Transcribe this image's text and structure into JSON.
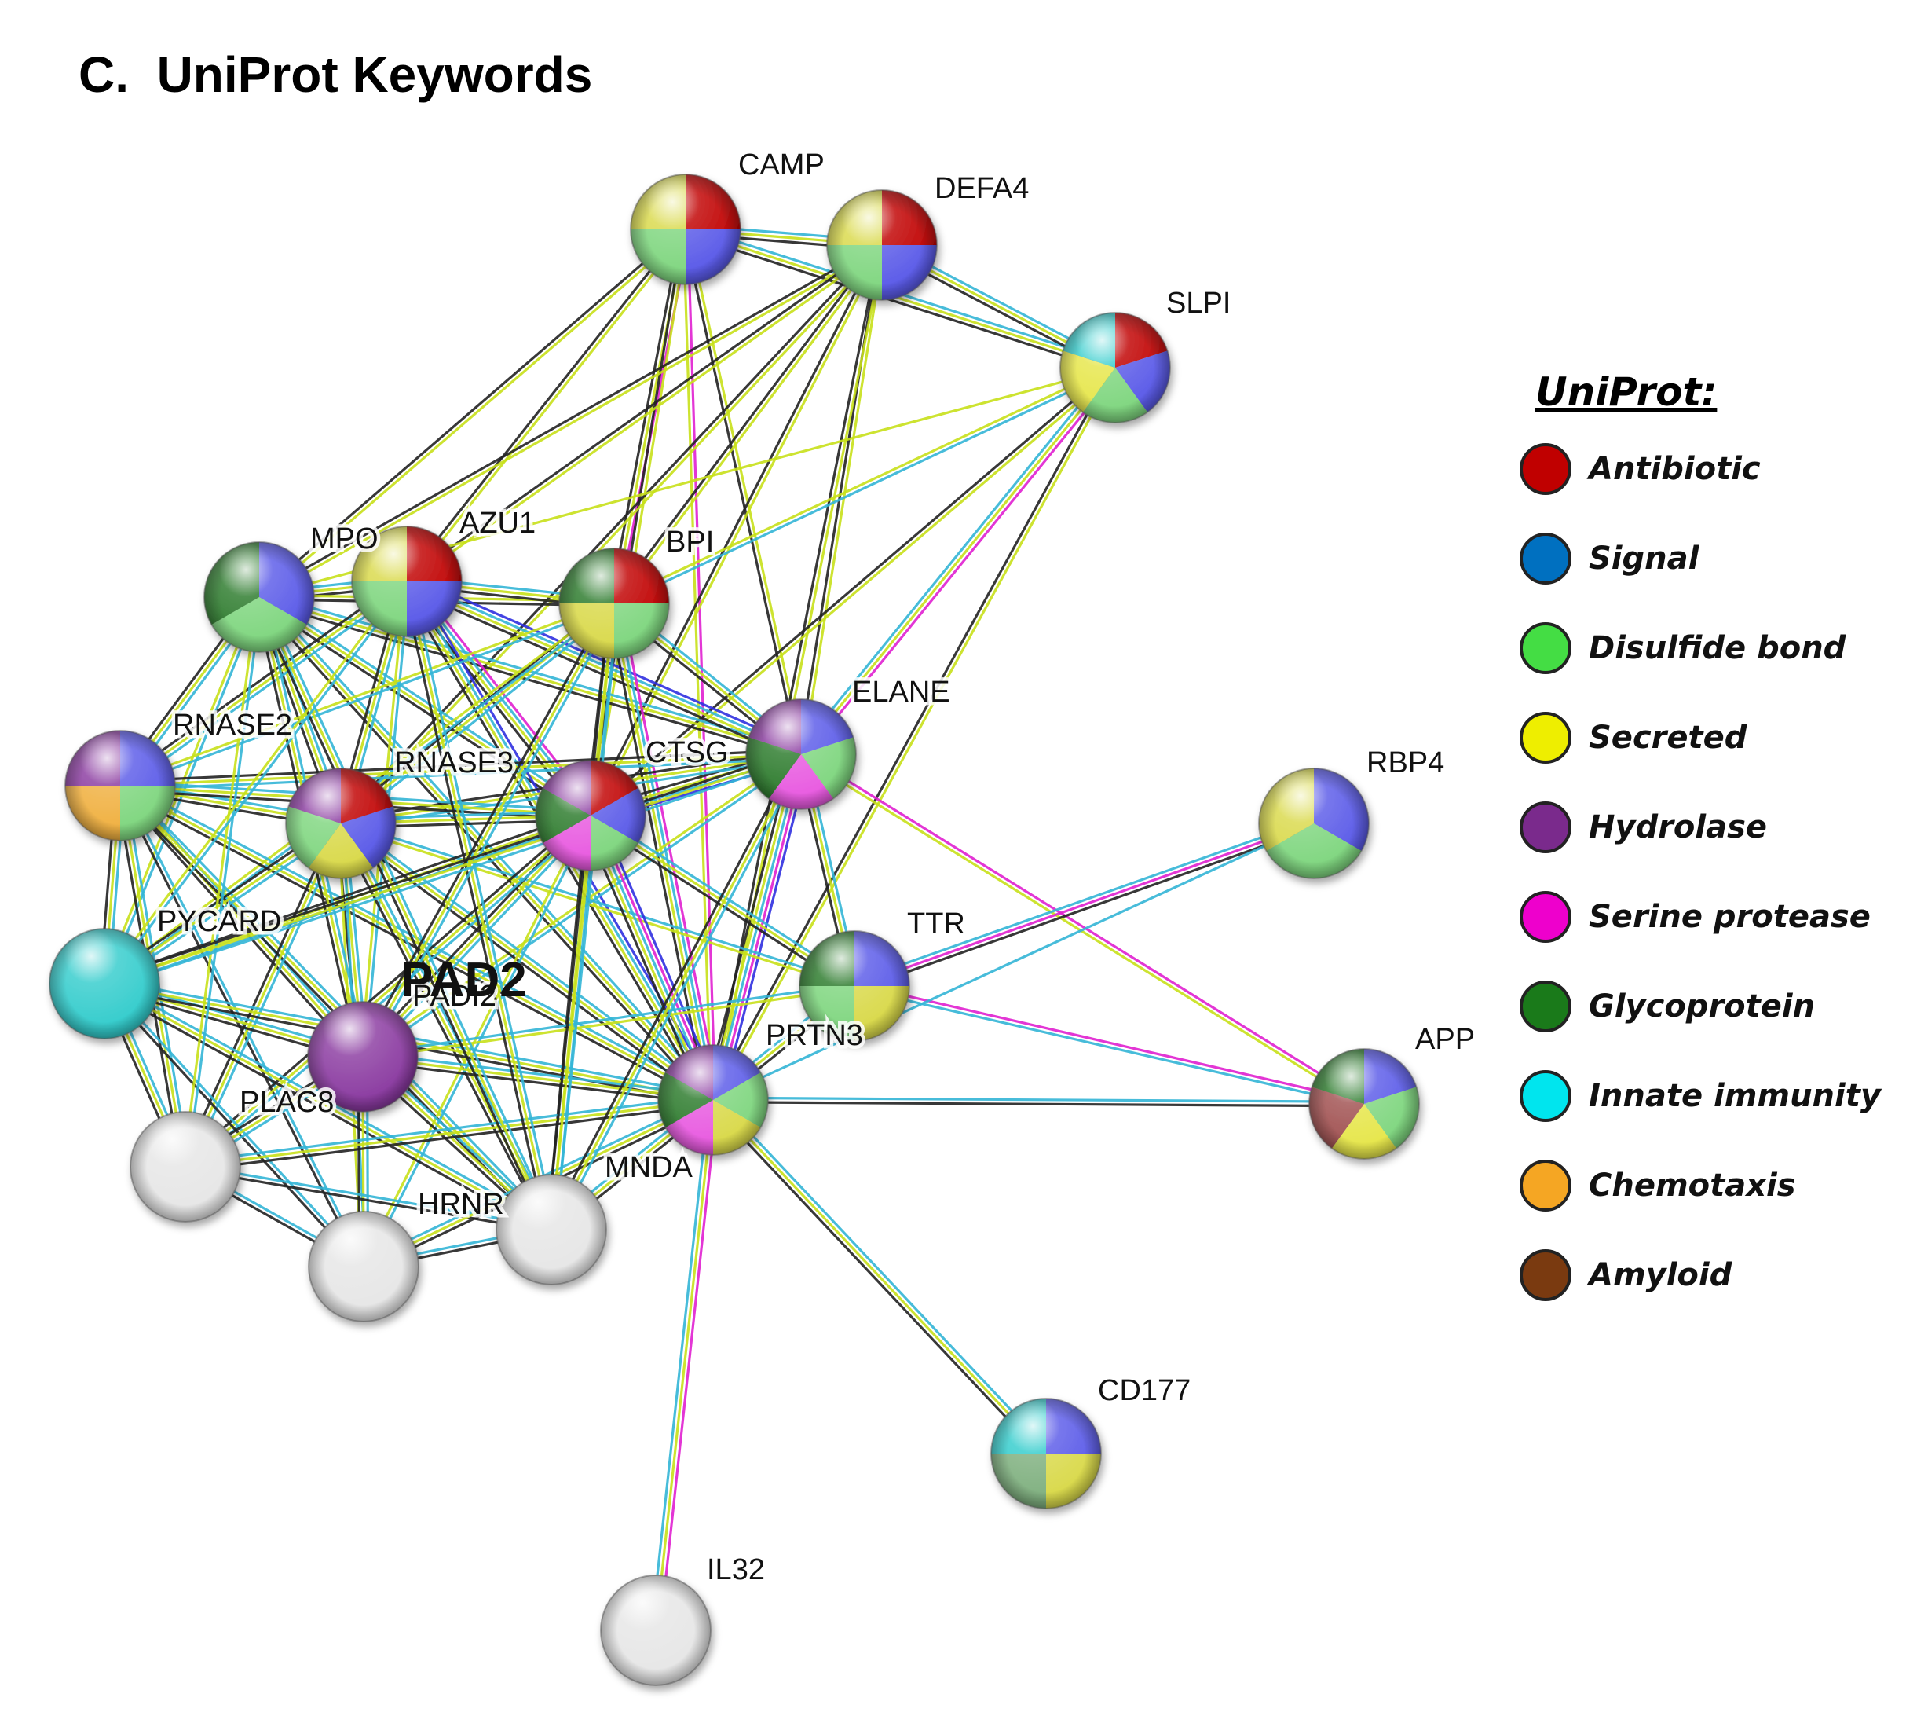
{
  "title": "C.  UniProt Keywords",
  "legend": {
    "title": "UniProt:",
    "items": [
      {
        "label": "Antibiotic",
        "color": "#c00000"
      },
      {
        "label": "Signal",
        "color": "#0070c0"
      },
      {
        "label": "Disulfide bond",
        "color": "#44dd44"
      },
      {
        "label": "Secreted",
        "color": "#eeee00"
      },
      {
        "label": "Hydrolase",
        "color": "#7a2a8c"
      },
      {
        "label": "Serine protease",
        "color": "#ee00cc"
      },
      {
        "label": "Glycoprotein",
        "color": "#1a7a1a"
      },
      {
        "label": "Innate immunity",
        "color": "#00e5ee"
      },
      {
        "label": "Chemotaxis",
        "color": "#f5a623"
      },
      {
        "label": "Amyloid",
        "color": "#7a3a10"
      }
    ]
  },
  "network": {
    "query_label": "PAD2",
    "nodes": [
      {
        "id": "CAMP",
        "label": "CAMP",
        "colors": [
          "#c00000",
          "#5a5ae8",
          "#7fd67f",
          "#d9d94a"
        ]
      },
      {
        "id": "DEFA4",
        "label": "DEFA4",
        "colors": [
          "#c00000",
          "#5a5ae8",
          "#7fd67f",
          "#d9d94a"
        ]
      },
      {
        "id": "SLPI",
        "label": "SLPI",
        "colors": [
          "#c00000",
          "#5a5ae8",
          "#7fd67f",
          "#e6e64a",
          "#33cccc"
        ]
      },
      {
        "id": "MPO",
        "label": "MPO",
        "colors": [
          "#5a5ae8",
          "#7fd67f",
          "#2b7a2b"
        ]
      },
      {
        "id": "AZU1",
        "label": "AZU1",
        "colors": [
          "#c00000",
          "#5a5ae8",
          "#7fd67f",
          "#d9d94a"
        ]
      },
      {
        "id": "BPI",
        "label": "BPI",
        "colors": [
          "#c00000",
          "#7fd67f",
          "#d9d94a",
          "#2b7a2b"
        ]
      },
      {
        "id": "ELANE",
        "label": "ELANE",
        "colors": [
          "#5a5ae8",
          "#7fd67f",
          "#e85ae0",
          "#2b7a2b",
          "#8a3aa0"
        ]
      },
      {
        "id": "RNASE2",
        "label": "RNASE2",
        "colors": [
          "#5a5ae8",
          "#7fd67f",
          "#f0b040",
          "#8a3aa0"
        ]
      },
      {
        "id": "RNASE3",
        "label": "RNASE3",
        "colors": [
          "#c00000",
          "#5a5ae8",
          "#d9d94a",
          "#7fd67f",
          "#8a3aa0"
        ]
      },
      {
        "id": "CTSG",
        "label": "CTSG",
        "colors": [
          "#c00000",
          "#5a5ae8",
          "#7fd67f",
          "#e85ae0",
          "#2b7a2b",
          "#8a3aa0"
        ]
      },
      {
        "id": "RBP4",
        "label": "RBP4",
        "colors": [
          "#5a5ae8",
          "#7fd67f",
          "#d9d94a"
        ]
      },
      {
        "id": "PYCARD",
        "label": "PYCARD",
        "colors": [
          "#33cccc"
        ]
      },
      {
        "id": "PADI2",
        "label": "PADI2",
        "colors": [
          "#8a3aa0"
        ]
      },
      {
        "id": "TTR",
        "label": "TTR",
        "colors": [
          "#5a5ae8",
          "#d9d94a",
          "#7fd67f",
          "#2b7a2b"
        ]
      },
      {
        "id": "PRTN3",
        "label": "PRTN3",
        "colors": [
          "#5a5ae8",
          "#7fd67f",
          "#d9d94a",
          "#e85ae0",
          "#2b7a2b",
          "#8a3aa0"
        ]
      },
      {
        "id": "APP",
        "label": "APP",
        "colors": [
          "#5a5ae8",
          "#7fd67f",
          "#e6e64a",
          "#a05050",
          "#2b7a2b"
        ]
      },
      {
        "id": "PLAC8",
        "label": "PLAC8",
        "colors": [
          "#e6e6e6"
        ]
      },
      {
        "id": "HRNR",
        "label": "HRNR",
        "colors": [
          "#e6e6e6"
        ]
      },
      {
        "id": "MNDA",
        "label": "MNDA",
        "colors": [
          "#e6e6e6"
        ]
      },
      {
        "id": "CD177",
        "label": "CD177",
        "colors": [
          "#5a5ae8",
          "#d9d94a",
          "#7fb07f",
          "#33cccc"
        ]
      },
      {
        "id": "IL32",
        "label": "IL32",
        "colors": [
          "#e6e6e6"
        ]
      }
    ],
    "edge_colors": {
      "db": "#33b5d6",
      "text": "#c8e01a",
      "coexp": "#222222",
      "exp": "#e020d0",
      "bind": "#3030e0"
    },
    "edges": [
      {
        "a": "CAMP",
        "b": "DEFA4",
        "t": [
          "db",
          "text",
          "coexp"
        ]
      },
      {
        "a": "CAMP",
        "b": "SLPI",
        "t": [
          "db",
          "text",
          "coexp"
        ]
      },
      {
        "a": "DEFA4",
        "b": "SLPI",
        "t": [
          "db",
          "text",
          "coexp"
        ]
      },
      {
        "a": "CAMP",
        "b": "MPO",
        "t": [
          "text",
          "coexp"
        ]
      },
      {
        "a": "CAMP",
        "b": "AZU1",
        "t": [
          "text",
          "coexp"
        ]
      },
      {
        "a": "CAMP",
        "b": "BPI",
        "t": [
          "exp",
          "text",
          "coexp"
        ]
      },
      {
        "a": "CAMP",
        "b": "ELANE",
        "t": [
          "text",
          "coexp"
        ]
      },
      {
        "a": "CAMP",
        "b": "CTSG",
        "t": [
          "text",
          "coexp"
        ]
      },
      {
        "a": "CAMP",
        "b": "PRTN3",
        "t": [
          "exp",
          "text"
        ]
      },
      {
        "a": "DEFA4",
        "b": "MPO",
        "t": [
          "text",
          "coexp"
        ]
      },
      {
        "a": "DEFA4",
        "b": "AZU1",
        "t": [
          "text",
          "coexp"
        ]
      },
      {
        "a": "DEFA4",
        "b": "BPI",
        "t": [
          "text",
          "coexp"
        ]
      },
      {
        "a": "DEFA4",
        "b": "ELANE",
        "t": [
          "text",
          "coexp"
        ]
      },
      {
        "a": "DEFA4",
        "b": "CTSG",
        "t": [
          "text",
          "coexp"
        ]
      },
      {
        "a": "DEFA4",
        "b": "RNASE3",
        "t": [
          "text",
          "coexp"
        ]
      },
      {
        "a": "DEFA4",
        "b": "PRTN3",
        "t": [
          "text",
          "coexp"
        ]
      },
      {
        "a": "SLPI",
        "b": "MPO",
        "t": [
          "text"
        ]
      },
      {
        "a": "SLPI",
        "b": "BPI",
        "t": [
          "db",
          "text"
        ]
      },
      {
        "a": "SLPI",
        "b": "ELANE",
        "t": [
          "exp",
          "text",
          "db"
        ]
      },
      {
        "a": "SLPI",
        "b": "CTSG",
        "t": [
          "text",
          "coexp"
        ]
      },
      {
        "a": "SLPI",
        "b": "PRTN3",
        "t": [
          "text",
          "coexp"
        ]
      },
      {
        "a": "MPO",
        "b": "AZU1",
        "t": [
          "db",
          "text",
          "coexp"
        ]
      },
      {
        "a": "MPO",
        "b": "BPI",
        "t": [
          "text",
          "coexp"
        ]
      },
      {
        "a": "MPO",
        "b": "ELANE",
        "t": [
          "db",
          "text",
          "coexp"
        ]
      },
      {
        "a": "MPO",
        "b": "RNASE2",
        "t": [
          "db",
          "text",
          "coexp"
        ]
      },
      {
        "a": "MPO",
        "b": "RNASE3",
        "t": [
          "db",
          "text",
          "coexp"
        ]
      },
      {
        "a": "MPO",
        "b": "CTSG",
        "t": [
          "db",
          "text",
          "coexp"
        ]
      },
      {
        "a": "MPO",
        "b": "PRTN3",
        "t": [
          "db",
          "text",
          "coexp"
        ]
      },
      {
        "a": "MPO",
        "b": "PYCARD",
        "t": [
          "db",
          "text"
        ]
      },
      {
        "a": "AZU1",
        "b": "BPI",
        "t": [
          "db",
          "text",
          "coexp"
        ]
      },
      {
        "a": "AZU1",
        "b": "ELANE",
        "t": [
          "bind",
          "db",
          "text",
          "coexp"
        ]
      },
      {
        "a": "AZU1",
        "b": "RNASE2",
        "t": [
          "db",
          "text",
          "coexp"
        ]
      },
      {
        "a": "AZU1",
        "b": "RNASE3",
        "t": [
          "db",
          "text",
          "coexp"
        ]
      },
      {
        "a": "AZU1",
        "b": "CTSG",
        "t": [
          "exp",
          "db",
          "text",
          "coexp"
        ]
      },
      {
        "a": "AZU1",
        "b": "PRTN3",
        "t": [
          "bind",
          "db",
          "text",
          "coexp"
        ]
      },
      {
        "a": "AZU1",
        "b": "PADI2",
        "t": [
          "db",
          "text"
        ]
      },
      {
        "a": "BPI",
        "b": "ELANE",
        "t": [
          "db",
          "text",
          "coexp"
        ]
      },
      {
        "a": "BPI",
        "b": "RNASE3",
        "t": [
          "db",
          "text",
          "coexp"
        ]
      },
      {
        "a": "BPI",
        "b": "CTSG",
        "t": [
          "db",
          "text",
          "coexp"
        ]
      },
      {
        "a": "BPI",
        "b": "PRTN3",
        "t": [
          "exp",
          "db",
          "text",
          "coexp"
        ]
      },
      {
        "a": "BPI",
        "b": "RNASE2",
        "t": [
          "db",
          "text"
        ]
      },
      {
        "a": "BPI",
        "b": "PYCARD",
        "t": [
          "db",
          "text"
        ]
      },
      {
        "a": "ELANE",
        "b": "CTSG",
        "t": [
          "bind",
          "db",
          "text",
          "coexp"
        ]
      },
      {
        "a": "ELANE",
        "b": "PRTN3",
        "t": [
          "bind",
          "exp",
          "db",
          "text",
          "coexp"
        ]
      },
      {
        "a": "ELANE",
        "b": "RNASE3",
        "t": [
          "db",
          "text",
          "coexp"
        ]
      },
      {
        "a": "ELANE",
        "b": "RNASE2",
        "t": [
          "db",
          "text",
          "coexp"
        ]
      },
      {
        "a": "ELANE",
        "b": "TTR",
        "t": [
          "db",
          "text",
          "coexp"
        ]
      },
      {
        "a": "ELANE",
        "b": "APP",
        "t": [
          "exp",
          "text"
        ]
      },
      {
        "a": "ELANE",
        "b": "PADI2",
        "t": [
          "db",
          "text"
        ]
      },
      {
        "a": "RNASE2",
        "b": "RNASE3",
        "t": [
          "db",
          "text",
          "coexp"
        ]
      },
      {
        "a": "RNASE2",
        "b": "CTSG",
        "t": [
          "db",
          "text",
          "coexp"
        ]
      },
      {
        "a": "RNASE2",
        "b": "PRTN3",
        "t": [
          "db",
          "text",
          "coexp"
        ]
      },
      {
        "a": "RNASE2",
        "b": "PYCARD",
        "t": [
          "db",
          "text",
          "coexp"
        ]
      },
      {
        "a": "RNASE2",
        "b": "PADI2",
        "t": [
          "db",
          "text",
          "coexp"
        ]
      },
      {
        "a": "RNASE2",
        "b": "PLAC8",
        "t": [
          "db",
          "text",
          "coexp"
        ]
      },
      {
        "a": "RNASE2",
        "b": "HRNR",
        "t": [
          "db",
          "coexp"
        ]
      },
      {
        "a": "RNASE2",
        "b": "MNDA",
        "t": [
          "db",
          "text",
          "coexp"
        ]
      },
      {
        "a": "RNASE3",
        "b": "CTSG",
        "t": [
          "db",
          "text",
          "coexp"
        ]
      },
      {
        "a": "RNASE3",
        "b": "PRTN3",
        "t": [
          "db",
          "text",
          "coexp"
        ]
      },
      {
        "a": "RNASE3",
        "b": "PYCARD",
        "t": [
          "db",
          "text",
          "coexp"
        ]
      },
      {
        "a": "RNASE3",
        "b": "PADI2",
        "t": [
          "db",
          "text",
          "coexp"
        ]
      },
      {
        "a": "RNASE3",
        "b": "PLAC8",
        "t": [
          "db",
          "text",
          "coexp"
        ]
      },
      {
        "a": "RNASE3",
        "b": "HRNR",
        "t": [
          "db",
          "text"
        ]
      },
      {
        "a": "RNASE3",
        "b": "MNDA",
        "t": [
          "db",
          "text",
          "coexp"
        ]
      },
      {
        "a": "RNASE3",
        "b": "TTR",
        "t": [
          "db",
          "text"
        ]
      },
      {
        "a": "CTSG",
        "b": "PRTN3",
        "t": [
          "bind",
          "exp",
          "db",
          "text",
          "coexp"
        ]
      },
      {
        "a": "CTSG",
        "b": "PYCARD",
        "t": [
          "db",
          "text",
          "coexp"
        ]
      },
      {
        "a": "CTSG",
        "b": "PADI2",
        "t": [
          "db",
          "text",
          "coexp"
        ]
      },
      {
        "a": "CTSG",
        "b": "PLAC8",
        "t": [
          "db",
          "text",
          "coexp"
        ]
      },
      {
        "a": "CTSG",
        "b": "HRNR",
        "t": [
          "db",
          "text"
        ]
      },
      {
        "a": "CTSG",
        "b": "MNDA",
        "t": [
          "db",
          "text",
          "coexp"
        ]
      },
      {
        "a": "CTSG",
        "b": "TTR",
        "t": [
          "db",
          "text",
          "coexp"
        ]
      },
      {
        "a": "PYCARD",
        "b": "PADI2",
        "t": [
          "db",
          "text",
          "coexp"
        ]
      },
      {
        "a": "PYCARD",
        "b": "PLAC8",
        "t": [
          "db",
          "text",
          "coexp"
        ]
      },
      {
        "a": "PYCARD",
        "b": "HRNR",
        "t": [
          "db",
          "coexp"
        ]
      },
      {
        "a": "PYCARD",
        "b": "MNDA",
        "t": [
          "db",
          "text",
          "coexp"
        ]
      },
      {
        "a": "PYCARD",
        "b": "PRTN3",
        "t": [
          "db",
          "text",
          "coexp"
        ]
      },
      {
        "a": "PADI2",
        "b": "PLAC8",
        "t": [
          "db",
          "text",
          "coexp"
        ]
      },
      {
        "a": "PADI2",
        "b": "HRNR",
        "t": [
          "db",
          "text",
          "coexp"
        ]
      },
      {
        "a": "PADI2",
        "b": "MNDA",
        "t": [
          "db",
          "text",
          "coexp"
        ]
      },
      {
        "a": "PADI2",
        "b": "PRTN3",
        "t": [
          "db",
          "text",
          "coexp"
        ]
      },
      {
        "a": "PADI2",
        "b": "TTR",
        "t": [
          "db",
          "text"
        ]
      },
      {
        "a": "PLAC8",
        "b": "HRNR",
        "t": [
          "db",
          "coexp"
        ]
      },
      {
        "a": "PLAC8",
        "b": "MNDA",
        "t": [
          "db",
          "coexp"
        ]
      },
      {
        "a": "PLAC8",
        "b": "PRTN3",
        "t": [
          "db",
          "text",
          "coexp"
        ]
      },
      {
        "a": "HRNR",
        "b": "MNDA",
        "t": [
          "db",
          "coexp"
        ]
      },
      {
        "a": "HRNR",
        "b": "PRTN3",
        "t": [
          "db",
          "text",
          "coexp"
        ]
      },
      {
        "a": "MNDA",
        "b": "PRTN3",
        "t": [
          "db",
          "text",
          "coexp"
        ]
      },
      {
        "a": "PRTN3",
        "b": "TTR",
        "t": [
          "db",
          "text",
          "coexp"
        ]
      },
      {
        "a": "TTR",
        "b": "RBP4",
        "t": [
          "db",
          "exp",
          "coexp"
        ]
      },
      {
        "a": "TTR",
        "b": "APP",
        "t": [
          "exp",
          "db"
        ]
      },
      {
        "a": "PRTN3",
        "b": "APP",
        "t": [
          "db",
          "coexp"
        ]
      },
      {
        "a": "PRTN3",
        "b": "RBP4",
        "t": [
          "db"
        ]
      },
      {
        "a": "PRTN3",
        "b": "CD177",
        "t": [
          "db",
          "text",
          "coexp"
        ]
      },
      {
        "a": "PRTN3",
        "b": "IL32",
        "t": [
          "exp",
          "text",
          "db"
        ]
      },
      {
        "a": "MPO",
        "b": "PADI2",
        "t": [
          "db",
          "text",
          "coexp"
        ]
      },
      {
        "a": "MPO",
        "b": "PLAC8",
        "t": [
          "db",
          "text"
        ]
      },
      {
        "a": "MPO",
        "b": "MNDA",
        "t": [
          "db",
          "text",
          "coexp"
        ]
      },
      {
        "a": "AZU1",
        "b": "MNDA",
        "t": [
          "db",
          "text",
          "coexp"
        ]
      },
      {
        "a": "AZU1",
        "b": "PYCARD",
        "t": [
          "db",
          "text"
        ]
      },
      {
        "a": "BPI",
        "b": "PADI2",
        "t": [
          "db",
          "text",
          "coexp"
        ]
      },
      {
        "a": "BPI",
        "b": "MNDA",
        "t": [
          "db",
          "text",
          "coexp"
        ]
      },
      {
        "a": "ELANE",
        "b": "MNDA",
        "t": [
          "db",
          "text",
          "coexp"
        ]
      },
      {
        "a": "ELANE",
        "b": "PYCARD",
        "t": [
          "db",
          "text",
          "coexp"
        ]
      }
    ]
  }
}
